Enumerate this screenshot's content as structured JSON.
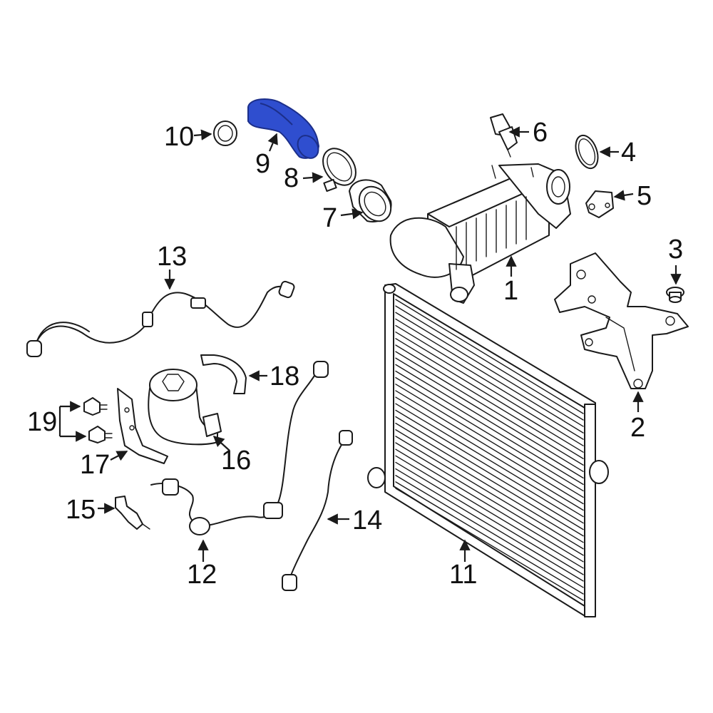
{
  "colors": {
    "highlight": "#2f4ecf",
    "highlight_dark": "#1c2f8a",
    "line": "#1a1a1a"
  },
  "callouts": {
    "c1": "1",
    "c2": "2",
    "c3": "3",
    "c4": "4",
    "c5": "5",
    "c6": "6",
    "c7": "7",
    "c8": "8",
    "c9": "9",
    "c10": "10",
    "c11": "11",
    "c12": "12",
    "c13": "13",
    "c14": "14",
    "c15": "15",
    "c16": "16",
    "c17": "17",
    "c18": "18",
    "c19": "19"
  }
}
